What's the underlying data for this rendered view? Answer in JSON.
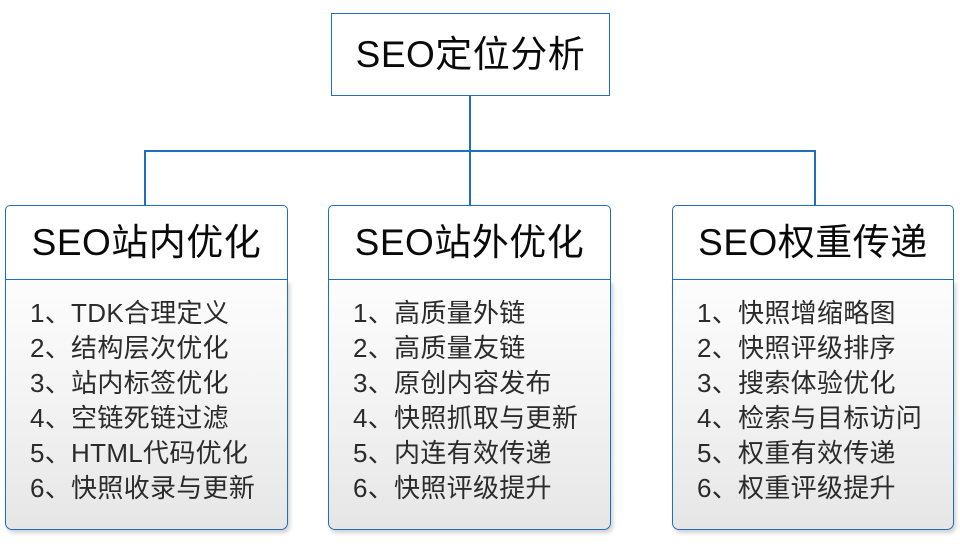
{
  "diagram": {
    "root": {
      "label": "SEO定位分析"
    },
    "accent_color": "#1F6FC0",
    "text_color": "#2b2b2b",
    "columns": [
      {
        "title": "SEO站内优化",
        "items": [
          "1、TDK合理定义",
          "2、结构层次优化",
          "3、站内标签优化",
          "4、空链死链过滤",
          "5、HTML代码优化",
          "6、快照收录与更新"
        ]
      },
      {
        "title": "SEO站外优化",
        "items": [
          "1、高质量外链",
          "2、高质量友链",
          "3、原创内容发布",
          "4、快照抓取与更新",
          "5、内连有效传递",
          "6、快照评级提升"
        ]
      },
      {
        "title": "SEO权重传递",
        "items": [
          "1、快照增缩略图",
          "2、快照评级排序",
          "3、搜索体验优化",
          "4、检索与目标访问",
          "5、权重有效传递",
          "6、权重评级提升"
        ]
      }
    ]
  }
}
